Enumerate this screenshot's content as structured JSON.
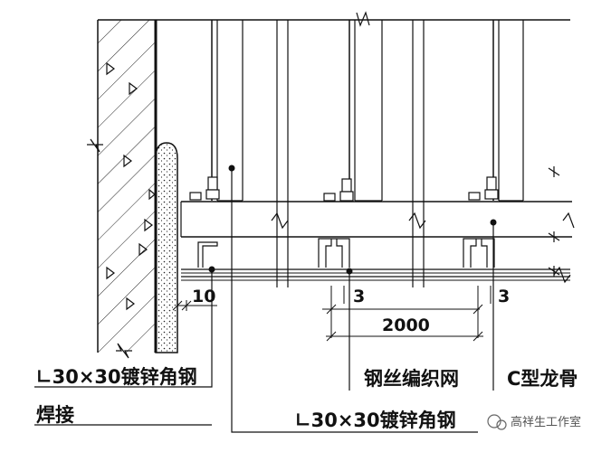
{
  "labels": {
    "angle_steel_left": "∟30×30镀锌角钢",
    "weld": "焊接",
    "angle_steel_bottom": "∟30×30镀锌角钢",
    "wire_mesh": "钢丝编织网",
    "c_keel": "C型龙骨"
  },
  "dimensions": {
    "gap_10": "10",
    "offset_3_left": "3",
    "offset_3_right": "3",
    "span_2000": "2000"
  },
  "watermark": {
    "text": "高祥生工作室"
  },
  "colors": {
    "line": "#111111",
    "hatch": "#222222",
    "background": "#ffffff"
  }
}
